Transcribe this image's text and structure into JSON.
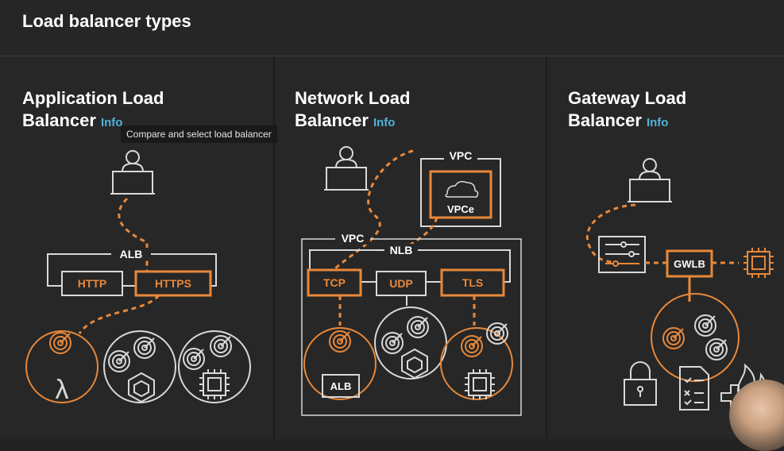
{
  "header": {
    "title": "Load balancer types"
  },
  "columns": {
    "alb": {
      "title_line1": "Application Load",
      "title_line2": "Balancer",
      "info": "Info",
      "tooltip": "Compare and select load balancer"
    },
    "nlb": {
      "title_line1": "Network Load",
      "title_line2": "Balancer",
      "info": "Info"
    },
    "gwlb": {
      "title_line1": "Gateway Load",
      "title_line2": "Balancer",
      "info": "Info"
    }
  },
  "alb_diagram": {
    "lb_label": "ALB",
    "listeners": [
      "HTTP",
      "HTTPS"
    ]
  },
  "nlb_diagram": {
    "vpc_label": "VPC",
    "lb_label": "NLB",
    "listeners": [
      "TCP",
      "UDP",
      "TLS"
    ],
    "endpoint_vpc_label": "VPC",
    "endpoint_label": "VPCe",
    "alb_target": "ALB"
  },
  "gwlb_diagram": {
    "lb_label": "GWLB"
  },
  "colors": {
    "accent": "#e8883a",
    "line": "#d9d9d9",
    "info": "#4fb3d9",
    "background": "#232323"
  },
  "icons": [
    "user-laptop-icon",
    "target-icon",
    "lambda-icon",
    "container-icon",
    "chip-icon",
    "cloud-icon",
    "lock-icon",
    "checklist-icon",
    "firewall-icon",
    "filter-icon"
  ]
}
